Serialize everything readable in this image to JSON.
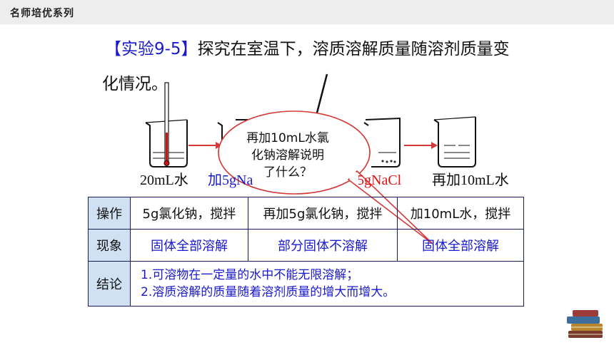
{
  "header": {
    "series": "名师培优系列"
  },
  "heading": {
    "bracket": "【实验9-5】",
    "line1": "探究在室温下，溶质溶解质量随溶剂质量变",
    "line2": "化情况。"
  },
  "flow": {
    "labels": [
      "20mL水",
      "加5gNa",
      "加5gNaCl",
      "再加10mL水"
    ]
  },
  "bubble": {
    "lines": [
      "再加10mL水氯",
      "化钠溶解说明",
      "了什么？"
    ]
  },
  "table": {
    "rows": [
      {
        "header": "操作",
        "cells": [
          "5g氯化钠，搅拌",
          "再加5g氯化钠，搅拌",
          "加10mL水，搅拌"
        ]
      },
      {
        "header": "现象",
        "cells": [
          "固体全部溶解",
          "部分固体不溶解",
          "固体全部溶解"
        ]
      },
      {
        "header": "结论",
        "conclusion": [
          "1.可溶物在一定量的水中不能无限溶解；",
          "2.溶质溶解的质量随着溶剂质量的增大而增大。"
        ]
      }
    ]
  },
  "colors": {
    "blue_text": "#1a1acc",
    "red_text": "#dd1111",
    "row_header_bg": "#cfe1f3",
    "top_bar": "#ededed"
  }
}
